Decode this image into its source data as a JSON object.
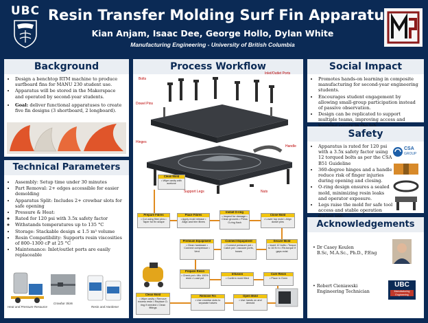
{
  "header": {
    "ubc_text": "UBC",
    "title": "Resin Transfer Molding Surf Fin Apparatus",
    "authors": "Kian Anjam, Isaac Dee, George Hollo, Dylan White",
    "department": "Manufacturing Engineering  -  University of  British Columbia"
  },
  "background": {
    "heading": "Background",
    "bullets": [
      "Design a benchtop RTM machine to produce surfboard fins for MANU 230 student use.",
      "Apparatus will be stored in the Makerspace and operated by second-year students."
    ],
    "goal_label": "Goal:",
    "goal_text": " deliver functional apparatuses to create five fin designs (3 shortboard, 2 longboard)."
  },
  "technical": {
    "heading": "Technical Parameters",
    "items": [
      "Assembly: Setup time under 30 minutes",
      "Part Removal: 2+ edges accessible for easier demolding",
      "Apparatus Split: Includes 2+ crowbar slots for safe opening",
      "Pressure & Heat:"
    ],
    "sub_items": [
      "Rated for 120 psi with 3.5x safety factor",
      "Withstands temperatures up to 135 °C"
    ],
    "items_after": [
      "Storage: Stackable design ≤ 1.5 m³ volume",
      "Resin Compatibility: Supports resin viscosities of 800–1300 cP at 25 °C",
      "Maintenance: Inlet/outlet ports are easily replaceable"
    ],
    "captions": [
      "Heat and Pressure Resource",
      "Crowbar Slots",
      "Resin and Hardener"
    ]
  },
  "workflow": {
    "heading": "Process Workflow",
    "labels": {
      "bolts": "Bolts",
      "dowel_pins": "Dowel Pins",
      "hinges": "Hinges",
      "inlet_outlet": "Inlet/Outlet Ports",
      "handle": "Handle",
      "support_legs": "Support Legs",
      "nuts": "Nuts"
    },
    "steps": [
      {
        "title": "Clean Mold",
        "text": "• Wipe cavity with acetone"
      },
      {
        "title": "Prepare Fibres",
        "text": "• Cut using fiber pins • Taper for fin shape"
      },
      {
        "title": "Place Fibres",
        "text": "• Apply mold release • Align and trim fibres"
      },
      {
        "title": "Install O-ring",
        "text": "• Inspect for damage • Clean grooves • Press O-ring flush"
      },
      {
        "title": "Close Mold",
        "text": "• Lower top mold • Align dowel pins"
      },
      {
        "title": "Secure Mold",
        "text": "• Insert 12 bolts • Torque to 16 N·m • Re-torque if gaps exist"
      },
      {
        "title": "Connect Equipment",
        "text": "• Connect pressure pot • Catch pot • vacuum ports, hoses"
      },
      {
        "title": "Premium Equipment",
        "text": "• Clean hardware • Connect compressor • Vent"
      },
      {
        "title": "Prepare Resin",
        "text": "• Check pot • Mix 100% resin • Load pot"
      },
      {
        "title": "Infusion",
        "text": "• Confirm mold filled"
      },
      {
        "title": "Cure Resin",
        "text": "• Place in Oven"
      },
      {
        "title": "Clean Mold",
        "text": "• Wipe cavity • Remove excess resin • Replace O-ring if needed • Clean fittings"
      },
      {
        "title": "Remove Fin",
        "text": "• Use crowbar slots to separate halves"
      },
      {
        "title": "Open Mold",
        "text": "• Use hands on and demold"
      }
    ]
  },
  "social": {
    "heading": "Social Impact",
    "bullets": [
      "Promotes hands-on learning in composite manufacturing for second-year engineering students.",
      "Encourages student engagement by allowing small-group participation instead of passive observation.",
      "Design can be replicated to support multiple teams, improving access and learning equity in the lab"
    ]
  },
  "safety": {
    "heading": "Safety",
    "bullets": [
      "Apparatus is rated for 120 psi with a 3.5x safety factor using 12 torqued bolts as per the CSA B51 Guideline",
      "360-degree hinges and a handle reduce risk of finger injuries during opening and closing.",
      "O-ring design ensures a sealed mold, minimizing resin leaks and operator exposure.",
      "Legs raise the mold for safe tool access and stable operation during use."
    ],
    "csa_label": "CSA",
    "csa_sub": "GROUP"
  },
  "ack": {
    "heading": "Acknowledgements",
    "people": [
      {
        "name": "Dr Casey Keulen",
        "title": "B.Sc, M.A.Sc., Ph.D., P.Eng"
      },
      {
        "name": "Robert Cieniawski",
        "title": "Engineering Technician"
      }
    ],
    "ubc_badge": "UBC",
    "ubc_badge_sub": "Manufacturing Engineering"
  },
  "colors": {
    "navy": "#0b2a55",
    "heading_bg": "#eaeef3",
    "flow_title": "#f1c40f",
    "arrow": "#e08a1e",
    "annotation": "#b00000"
  }
}
